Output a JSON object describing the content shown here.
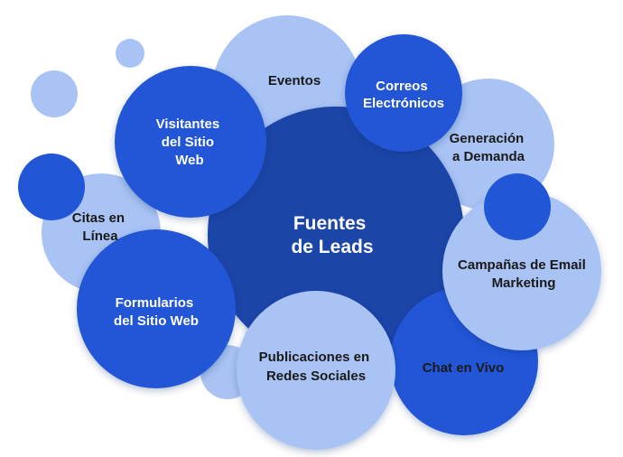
{
  "diagram": {
    "center": {
      "line1": "Fuentes",
      "line2": "de Leads"
    },
    "nodes": {
      "eventos": "Eventos",
      "correos_1": "Correos",
      "correos_2": "Electrónicos",
      "visitantes_1": "Visitantes",
      "visitantes_2": "del Sitio",
      "visitantes_3": "Web",
      "generacion_1": "Generación",
      "generacion_2": "a Demanda",
      "citas_1": "Citas en",
      "citas_2": "Línea",
      "campanas_1": "Campañas de Email",
      "campanas_2": "Marketing",
      "formularios_1": "Formularios",
      "formularios_2": "del Sitio Web",
      "publicaciones_1": "Publicaciones en",
      "publicaciones_2": "Redes Sociales",
      "chat": "Chat en Vivo"
    },
    "colors": {
      "center": "#1a45a8",
      "blue": "#2156d6",
      "light": "#a8c3f4",
      "text_dark": "#1a1a1a",
      "text_light": "#ffffff"
    }
  }
}
